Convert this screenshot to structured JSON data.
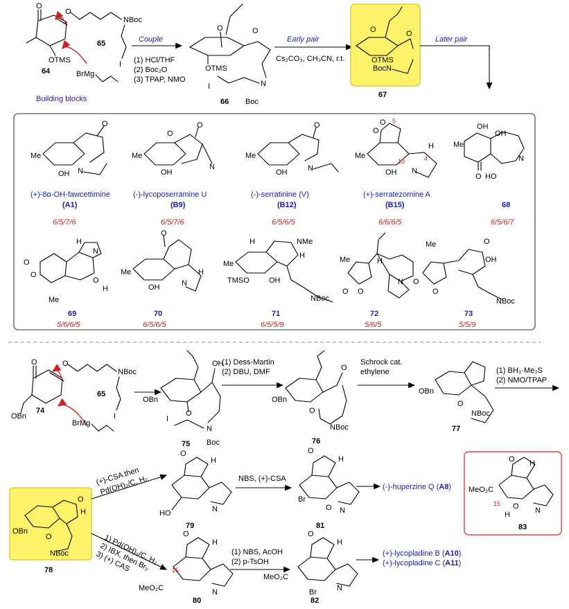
{
  "colors": {
    "highlight": "#fff36a",
    "highlight_border": "#c8b800",
    "label_blue": "#1a1ab4",
    "ring_red": "#d42020",
    "box_border": "#333333",
    "dash": "#888888",
    "red_box": "#d42020"
  },
  "top": {
    "c64": {
      "num": "64",
      "otms": "OTMS",
      "o": "O"
    },
    "c65": {
      "num": "65",
      "nboc": "NBoc",
      "o": "O",
      "i": "I"
    },
    "grignard": "BrMg",
    "building_blocks": "Building blocks",
    "couple_label": "Couple",
    "couple_conditions": [
      "(1) HCl/THF",
      "(2) Boc₂O",
      "(3) TPAP, NMO"
    ],
    "c66": {
      "num": "66",
      "otms": "OTMS",
      "o1": "O",
      "o2": "O",
      "i": "I",
      "boc": "Boc",
      "n": "N"
    },
    "early_pair": "Early pair",
    "early_conditions": "Cs₂CO₃, CH₃CN, r.t.",
    "c67": {
      "num": "67",
      "otms": "OTMS",
      "boc_n": "BocN",
      "o": "O",
      "o2": "O"
    },
    "later_pair": "Later pair"
  },
  "box": {
    "row1": [
      {
        "name": "(+)-8α-OH-fawcettimine",
        "code": "A1",
        "rings": "6/5/7/6"
      },
      {
        "name": "(-)-lycoposerramine U",
        "code": "B9",
        "rings": "6/5/7/6"
      },
      {
        "name": "(-)-serratinine (V)",
        "code": "B12",
        "rings": "6/5/6/5"
      },
      {
        "name": "(+)-serratezomine A",
        "code": "B15",
        "rings": "6/6/6/5"
      },
      {
        "name": "68",
        "code": "",
        "rings": "6/5/6/7"
      }
    ],
    "row2": [
      {
        "num": "69",
        "rings": "5/6/6/5"
      },
      {
        "num": "70",
        "rings": "6/5/6/5"
      },
      {
        "num": "71",
        "rings": "6/5/5/9"
      },
      {
        "num": "72",
        "rings": "5/6/5"
      },
      {
        "num": "73",
        "rings": "5/5/9"
      }
    ],
    "labels": {
      "me": "Me",
      "oh": "OH",
      "n": "N",
      "o": "O",
      "h": "H",
      "nme": "NMe",
      "tmso": "TMSO",
      "nboc": "NBoc",
      "ho": "HO",
      "c5": "5",
      "c13": "13",
      "c4": "4"
    }
  },
  "bottom": {
    "c74": {
      "num": "74",
      "obn": "OBn",
      "o": "O"
    },
    "c65": {
      "num": "65",
      "nboc": "NBoc",
      "i": "I",
      "o": "O"
    },
    "grignard": "BrMg",
    "c75": {
      "num": "75",
      "obn": "OBn",
      "oh": "OH",
      "o": "O",
      "i": "I",
      "n": "N",
      "boc": "Boc"
    },
    "dm_conditions": [
      "(1) Dess-Martin",
      "(2) DBU, DMF"
    ],
    "c76": {
      "num": "76",
      "obn": "OBn",
      "o": "O",
      "o2": "O",
      "nboc": "NBoc"
    },
    "schrock_conditions": [
      "Schrock cat.",
      "ethylene"
    ],
    "c77": {
      "num": "77",
      "obn": "OBn",
      "o": "O",
      "nboc": "NBoc"
    },
    "hydro_conditions": [
      "(1) BH₃·Me₂S",
      "(2) NMO/TPAP"
    ],
    "c78": {
      "num": "78",
      "obn": "OBn",
      "o": "O",
      "o2": "O",
      "h": "H",
      "nboc": "NBoc"
    },
    "up_conditions": [
      "(+)-CSA then",
      "Pd(OH)₂/C, H₂"
    ],
    "down_conditions": [
      "1) Pd(OH)₂/C, H₂",
      "2) IBX, then Br₂",
      "3) (+) CAS"
    ],
    "c79": {
      "num": "79",
      "o": "O",
      "h": "H",
      "n": "N",
      "ho": "HO"
    },
    "nbs_csa": "NBS, (+)-CSA",
    "c81": {
      "num": "81",
      "o": "O",
      "h": "H",
      "n": "N",
      "br": "Br",
      "o2": "O"
    },
    "huperzine": "(-)-huperzine Q (",
    "huperzine_code": "A8",
    "c83": {
      "num": "83",
      "o": "O",
      "h": "H",
      "n": "N",
      "ester": "MeO₂C",
      "c15": "15",
      "o2": "O",
      "h2": "H"
    },
    "c80": {
      "num": "80",
      "o": "O",
      "h": "H",
      "n": "N",
      "ester": "MeO₂C",
      "c15": "15"
    },
    "nbs_acoh": [
      "(1) NBS, AcOH",
      "(2) p-TsOH"
    ],
    "c82": {
      "num": "82",
      "o": "O",
      "h": "H",
      "n": "N",
      "ester": "MeO₂C",
      "br": "Br"
    },
    "lycopladine_b": "(+)-lycopladine B (",
    "lycopladine_b_code": "A10",
    "lycopladine_c": "(+)-lycopladine C (",
    "lycopladine_c_code": "A11"
  }
}
